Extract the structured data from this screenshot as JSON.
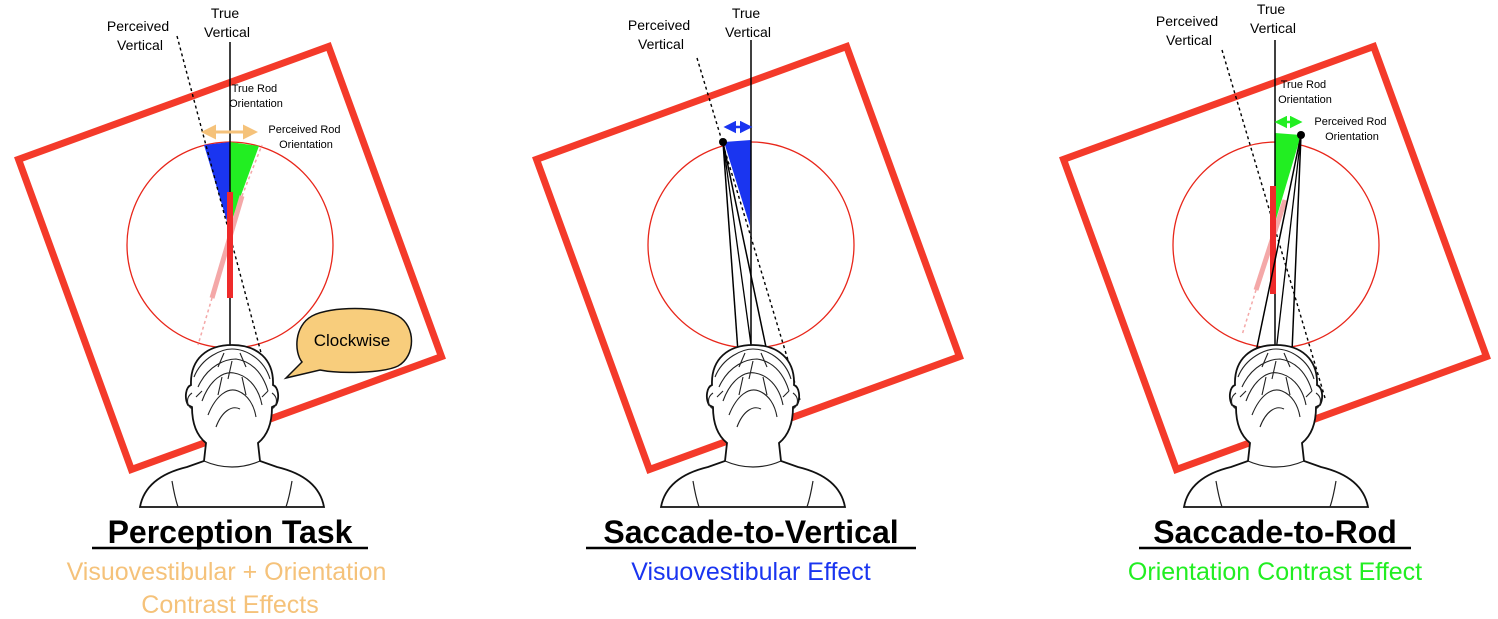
{
  "colors": {
    "frame": "#f43a2a",
    "rod": "#ef2a2a",
    "rod_faded": "#f4a8a8",
    "blue": "#1a35f0",
    "green": "#22ee22",
    "orange": "#f5c27a",
    "bubble_fill": "#f8cd7c"
  },
  "icons": [
    "head-back-sketch-icon"
  ],
  "panels": [
    {
      "perceived_vertical": [
        "Perceived",
        "Vertical"
      ],
      "true_vertical": [
        "True",
        "Vertical"
      ],
      "true_rod": [
        "True Rod",
        "Orientation"
      ],
      "perceived_rod": [
        "Perceived Rod",
        "Orientation"
      ],
      "bubble": "Clockwise",
      "title": "Perception Task",
      "subtitle": [
        "Visuovestibular + Orientation",
        "Contrast Effects"
      ]
    },
    {
      "perceived_vertical": [
        "Perceived",
        "Vertical"
      ],
      "true_vertical": [
        "True",
        "Vertical"
      ],
      "title": "Saccade-to-Vertical",
      "subtitle": [
        "Visuovestibular Effect"
      ]
    },
    {
      "perceived_vertical": [
        "Perceived",
        "Vertical"
      ],
      "true_vertical": [
        "True",
        "Vertical"
      ],
      "true_rod": [
        "True Rod",
        "Orientation"
      ],
      "perceived_rod": [
        "Perceived Rod",
        "Orientation"
      ],
      "title": "Saccade-to-Rod",
      "subtitle": [
        "Orientation Contrast Effect"
      ]
    }
  ]
}
